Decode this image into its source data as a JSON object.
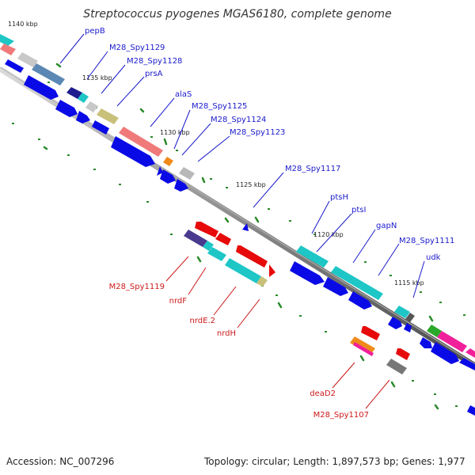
{
  "title": "Streptococcus pyogenes MGAS6180, complete genome",
  "footer": {
    "accession": "Accession: NC_007296",
    "summary": "Topology: circular; Length: 1,897,573 bp; Genes: 1,977"
  },
  "ticks": [
    "1140 kbp",
    "1135 kbp",
    "1130 kbp",
    "1125 kbp",
    "1120 kbp",
    "1115 kbp"
  ],
  "labels_top": [
    "pepB",
    "M28_Spy1129",
    "M28_Spy1128",
    "prsA",
    "alaS",
    "M28_Spy1125",
    "M28_Spy1124",
    "M28_Spy1123",
    "M28_Spy1117",
    "ptsH",
    "ptsI",
    "gapN",
    "M28_Spy1111",
    "udk"
  ],
  "labels_bottom": [
    "M28_Spy1119",
    "nrdF",
    "nrdE.2",
    "nrdH",
    "deaD2",
    "M28_Spy1107"
  ],
  "colors": {
    "forward_label": "#1a1acc",
    "reverse_label": "#cc1a1a",
    "backbone": "#777777",
    "gc_dots": "#2a8a2a",
    "cds_forward": "#0a0ae6",
    "cds_reverse": "#e60a0a"
  }
}
